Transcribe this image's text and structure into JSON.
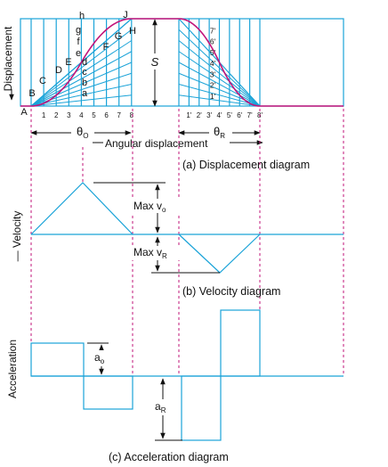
{
  "colors": {
    "cyan": "#1aa3d8",
    "magenta": "#c2147a",
    "black": "#111111"
  },
  "displacement": {
    "y_axis_label": "Displacement",
    "points_left": [
      "A",
      "B",
      "C",
      "D",
      "E",
      "F",
      "G",
      "H",
      "J"
    ],
    "points_letters": [
      "a",
      "b",
      "c",
      "d",
      "e",
      "f",
      "g",
      "h"
    ],
    "ticks_left": [
      "1",
      "2",
      "3",
      "4",
      "5",
      "6",
      "7",
      "8"
    ],
    "ticks_right": [
      "1'",
      "2'",
      "3'",
      "4'",
      "5'",
      "6'",
      "7'",
      "8'"
    ],
    "points_right": [
      "1'",
      "2'",
      "3'",
      "4'",
      "5'",
      "6'",
      "7'"
    ],
    "stroke_label": "S",
    "theta_o": "θ",
    "theta_o_sub": "O",
    "theta_r": "θ",
    "theta_r_sub": "R",
    "x_axis_label": "Angular displacement",
    "caption": "(a)  Displacement  diagram"
  },
  "velocity": {
    "y_axis_label": "— Velocity",
    "max_o": "Max v",
    "max_o_sub": "o",
    "max_r": "Max v",
    "max_r_sub": "R",
    "caption": "(b) Velocity diagram"
  },
  "acceleration": {
    "y_axis_label": "Acceleration",
    "a_o": "a",
    "a_o_sub": "o",
    "a_r": "a",
    "a_r_sub": "R",
    "caption": "(c)  Acceleration diagram"
  }
}
